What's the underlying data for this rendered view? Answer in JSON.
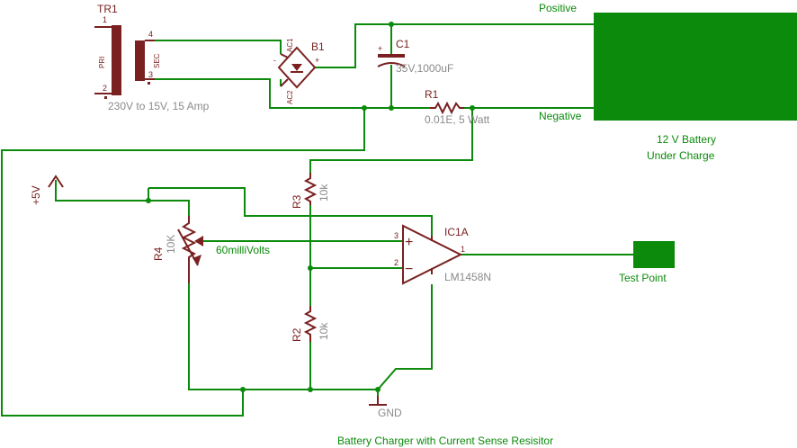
{
  "caption": "Battery Charger with Current Sense Resisitor",
  "colors": {
    "wire": "#0b8a0b",
    "part": "#7a2020",
    "value_text": "#8a8a8a",
    "battery_fill": "#0b8a0b"
  },
  "transformer": {
    "ref": "TR1",
    "primary_label": "PRI",
    "secondary_label": "SEC",
    "pins": [
      "1",
      "2",
      "3",
      "4"
    ],
    "value": "230V to 15V, 15 Amp"
  },
  "bridge": {
    "ref": "B1",
    "pin_ac1": "AC1",
    "pin_ac2": "AC2",
    "plus": "+",
    "minus": "-"
  },
  "capacitor": {
    "ref": "C1",
    "value": "35V,1000uF",
    "plus": "+"
  },
  "r1": {
    "ref": "R1",
    "value": "0.01E, 5 Watt"
  },
  "r2": {
    "ref": "R2",
    "value": "10k"
  },
  "r3": {
    "ref": "R3",
    "value": "10k"
  },
  "r4": {
    "ref": "R4",
    "value": "10K"
  },
  "reference_voltage": "60milliVolts",
  "supply": "+5V",
  "ground": "GND",
  "opamp": {
    "ref": "IC1A",
    "part": "LM1458N",
    "pin3": "3",
    "pin2": "2",
    "pin1": "1",
    "plus": "+",
    "minus": "−"
  },
  "battery": {
    "positive": "Positive",
    "negative": "Negative",
    "line1": "12 V Battery",
    "line2": "Under Charge"
  },
  "test_point": "Test Point"
}
